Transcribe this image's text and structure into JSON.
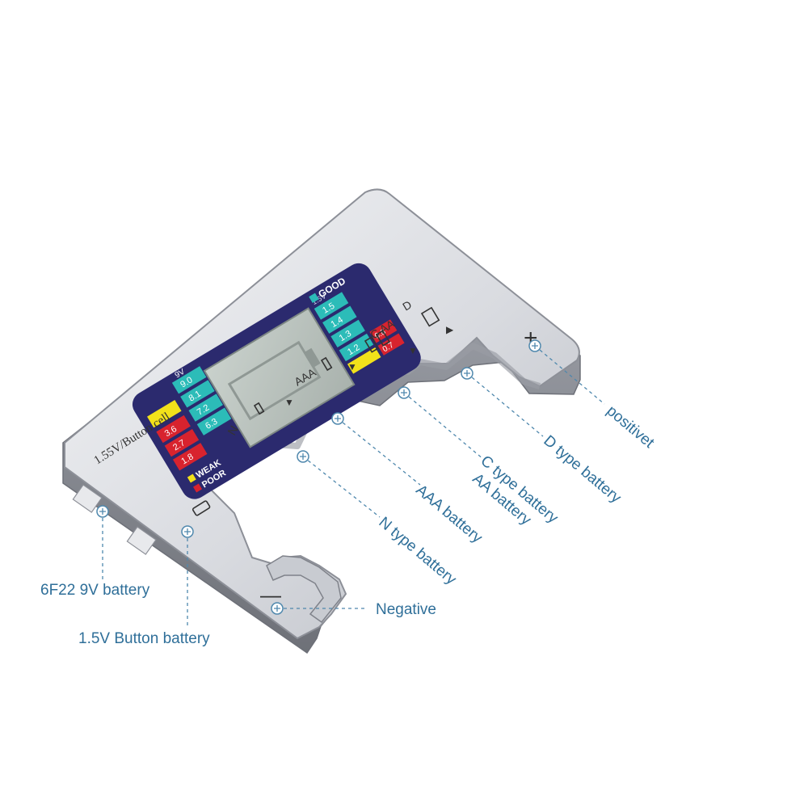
{
  "device": {
    "display": {
      "good_label": "GOOD",
      "weak_label": "WEAK",
      "poor_label": "POOR",
      "label_9v": "9V",
      "label_15v": "1.5V",
      "scale_9v_good": [
        "9.0",
        "8.1",
        "7.2",
        "6.3"
      ],
      "scale_9v_weak_poor": [
        "3.6",
        "2.7",
        "1.8"
      ],
      "scale_15v_good": [
        "1.5",
        "1.4",
        "1.3",
        "1.2"
      ],
      "scale_15v_weak_poor": [
        "0.8",
        "0.7"
      ]
    },
    "slots": {
      "d": "D",
      "c_aa": "C AA",
      "aaa": "AAA",
      "n": "N"
    },
    "button_cell_label": "1.55V/Button cell",
    "plus_sign": "+",
    "minus_sign": "—"
  },
  "callouts": {
    "positive": "positivet",
    "d_type": "D type battery",
    "c_type": "C type battery",
    "aa_type": "AA battery",
    "aaa": "AAA battery",
    "n_type": "N type battery",
    "negative": "Negative",
    "nine_volt": "6F22 9V battery",
    "button": "1.5V Button battery"
  },
  "colors": {
    "accent_blue": "#2f6f99",
    "panel_navy": "#2b2a6e",
    "good_teal": "#2cbcb8",
    "weak_yellow": "#f2e11a",
    "poor_red": "#d8232e",
    "lcd": "#b9c2bd"
  }
}
